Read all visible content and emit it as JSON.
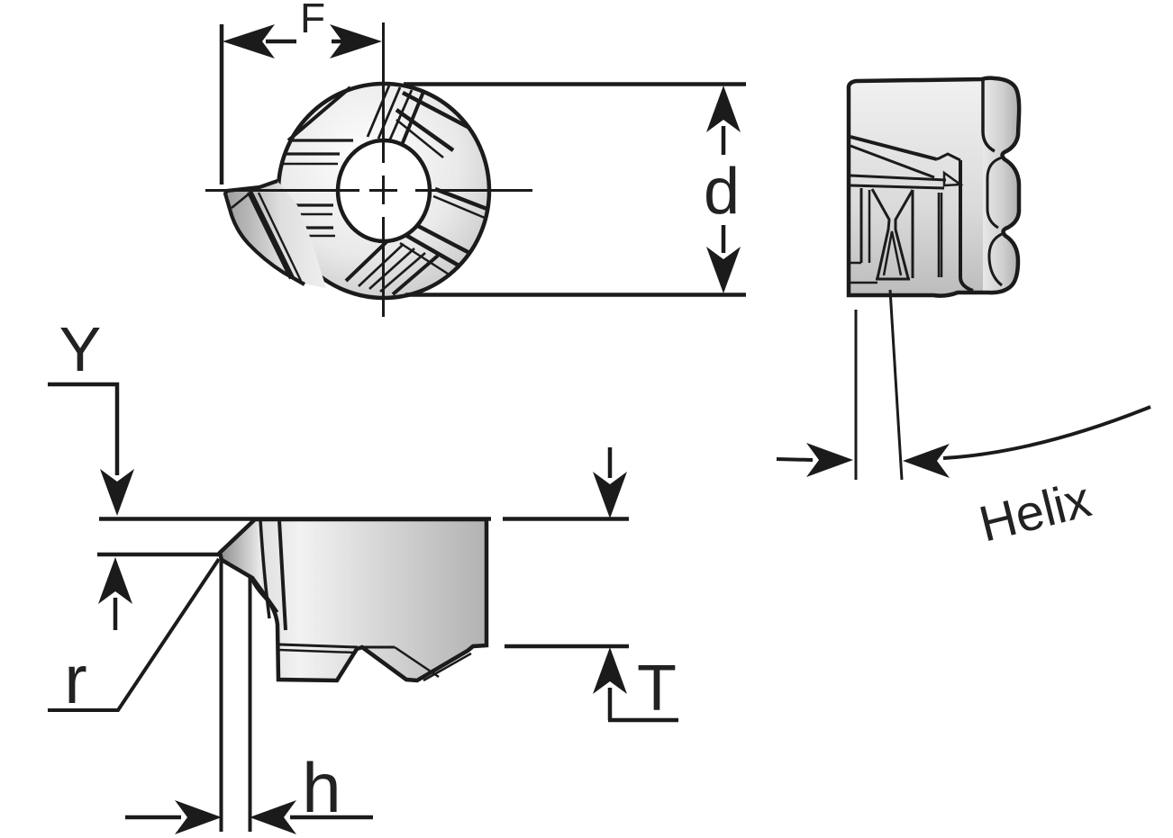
{
  "drawing": {
    "type": "technical-dimension-drawing",
    "part": "indexable cutting insert, three orthographic views",
    "colors": {
      "line": "#1b1b1b",
      "background": "#ffffff",
      "metal_light": "#f5f5f5",
      "metal_mid": "#d4d4d4",
      "metal_dark": "#b3b3b3"
    },
    "dim_labels": {
      "f": "F",
      "d": "d",
      "y": "Y",
      "r": "r",
      "h": "h",
      "t": "T",
      "helix": "Helix"
    }
  }
}
